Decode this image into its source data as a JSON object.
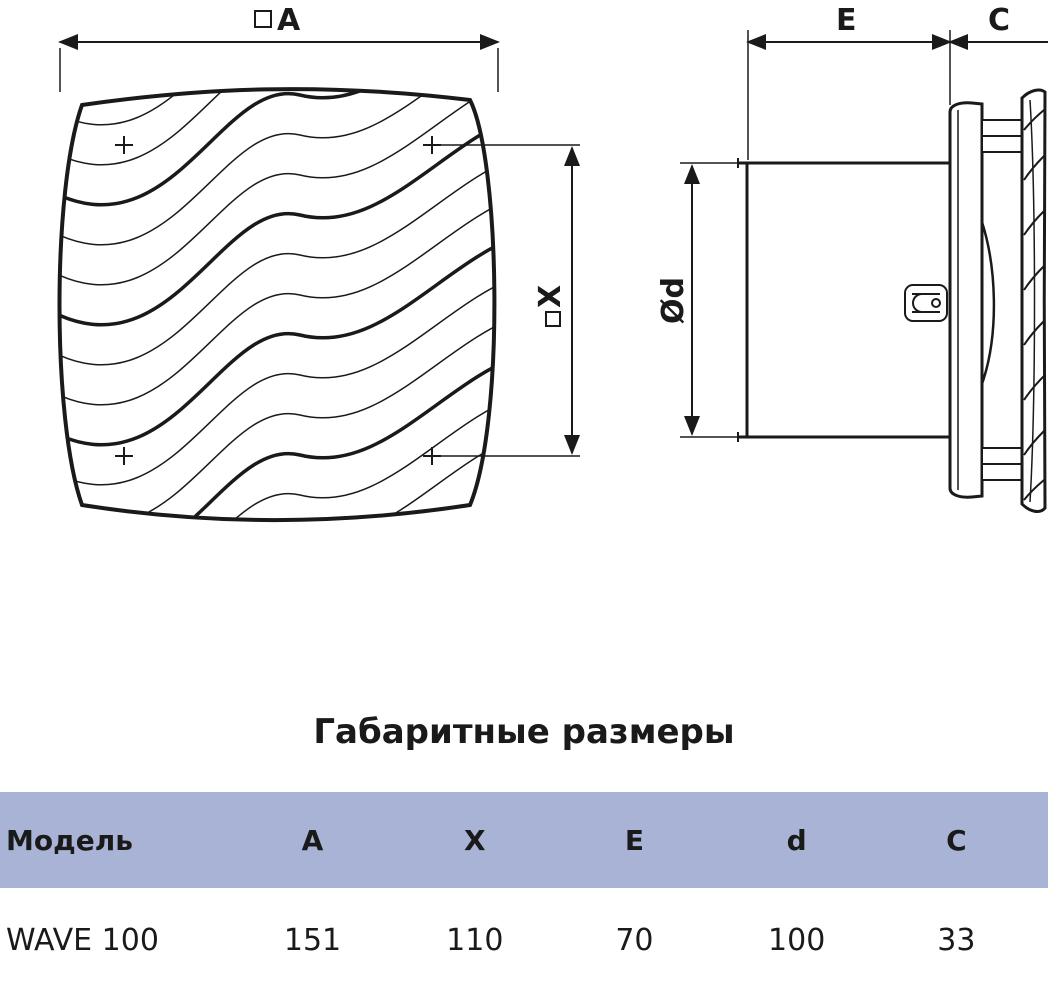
{
  "drawing": {
    "label_a": "A",
    "label_x": "X",
    "label_e": "E",
    "label_c": "C",
    "label_d": "Ød"
  },
  "section": {
    "title": "Габаритные размеры"
  },
  "table": {
    "headers": [
      "Модель",
      "A",
      "X",
      "E",
      "d",
      "C"
    ],
    "rows": [
      [
        "WAVE 100",
        "151",
        "110",
        "70",
        "100",
        "33"
      ]
    ]
  }
}
